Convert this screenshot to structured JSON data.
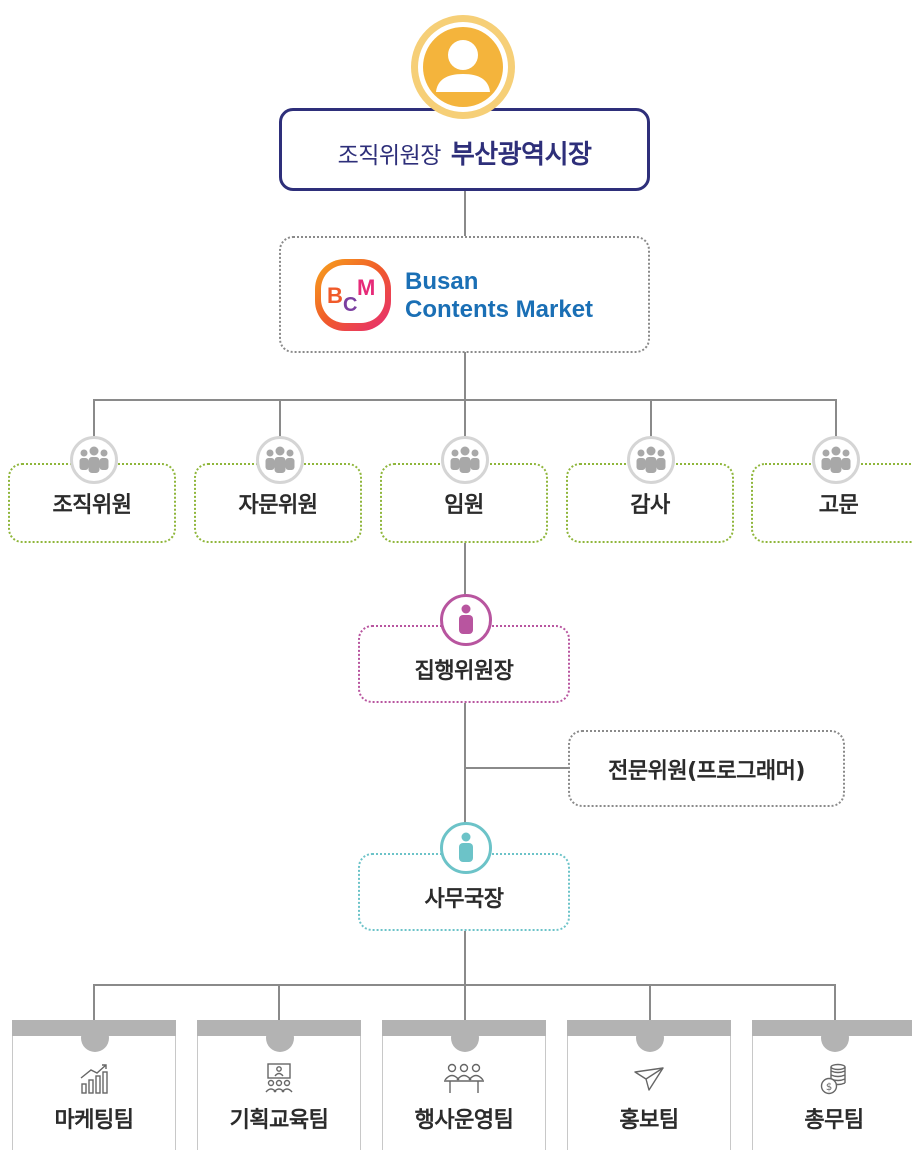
{
  "chair": {
    "prefix": "조직위원장",
    "name": "부산광역시장"
  },
  "logo": {
    "mark": "BCM",
    "line1": "Busan",
    "line2": "Contents Market"
  },
  "committees": [
    {
      "label": "조직위원"
    },
    {
      "label": "자문위원"
    },
    {
      "label": "임원"
    },
    {
      "label": "감사"
    },
    {
      "label": "고문"
    }
  ],
  "executive_chair": {
    "label": "집행위원장"
  },
  "specialist": {
    "label": "전문위원(프로그래머)"
  },
  "secretary_general": {
    "label": "사무국장"
  },
  "teams": [
    {
      "label": "마케팅팀",
      "icon": "growth-chart-icon"
    },
    {
      "label": "기획교육팀",
      "icon": "presentation-icon"
    },
    {
      "label": "행사운영팀",
      "icon": "meeting-icon"
    },
    {
      "label": "홍보팀",
      "icon": "paper-plane-icon"
    },
    {
      "label": "총무팀",
      "icon": "coins-icon"
    }
  ],
  "colors": {
    "chair_border": "#2e2f7a",
    "chair_icon": "#f4b43c",
    "committee": "#8fb63b",
    "executive": "#b8559f",
    "secretary": "#6cc3c8",
    "logo_text": "#1a6fb5"
  }
}
